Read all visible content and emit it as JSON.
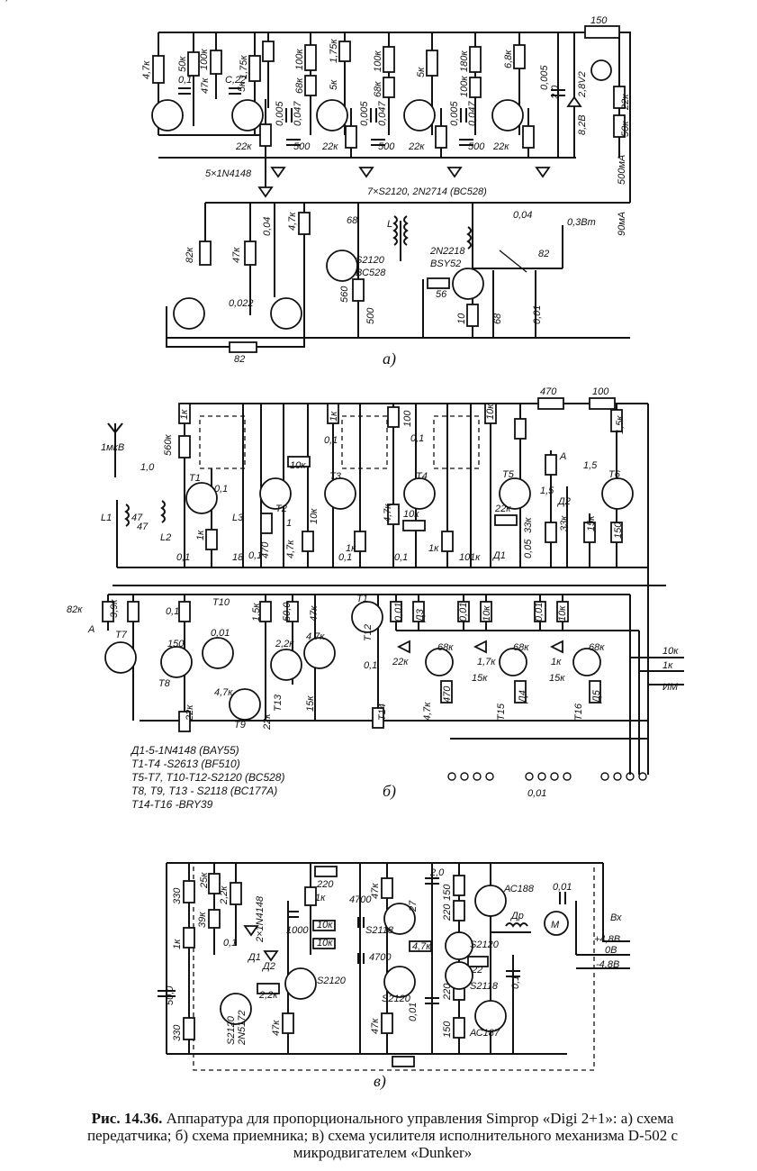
{
  "caption": {
    "figure_number": "Рис. 14.36.",
    "text": "Аппаратура для пропорционального управления Simprop «Digi 2+1»: а) схема передатчика; б) схема приемника; в) схема усилителя исполнительного механизма D-502 с микродвигателем «Dunker»"
  },
  "sublabels": {
    "a": "а)",
    "b": "б)",
    "c": "в)"
  },
  "transmitter": {
    "labels": [
      "4,7к",
      "50к",
      "47к",
      "100к",
      "1,75к",
      "5к",
      "68к",
      "100к",
      "1,75к",
      "5к",
      "68к",
      "100к",
      "5к",
      "180к",
      "100к",
      "6,8к",
      "150",
      "0,1",
      "С,22",
      "0,005",
      "0,047",
      "0,005",
      "0,047",
      "0,005",
      "0,047",
      "0,005",
      "2,0",
      "2,8V2",
      "8,2В",
      "22к",
      "50к",
      "22к",
      "500",
      "22к",
      "500",
      "22к",
      "500",
      "22к",
      "5×1N4148",
      "7×S2120, 2N2714 (ВС528)",
      "500мА",
      "90мА",
      "82к",
      "47к",
      "0,04",
      "4,7к",
      "68",
      "L",
      "0,04",
      "0,3Вт",
      "S2120",
      "ВС528",
      "560",
      "500",
      "0,022",
      "2N2218",
      "BSY52",
      "56",
      "10",
      "68",
      "82",
      "0,01",
      "82",
      "47к"
    ]
  },
  "receiver": {
    "labels": [
      "1мкВ",
      "560к",
      "1,0",
      "47",
      "47",
      "L1",
      "L2",
      "1к",
      "T1",
      "0,1",
      "L3",
      "1к",
      "18",
      "0,1",
      "T2",
      "10к",
      "470",
      "4,7к",
      "0,1",
      "1",
      "10к",
      "1к",
      "0,1",
      "T3",
      "1к",
      "0,1",
      "T4",
      "100",
      "4,7к",
      "0,1",
      "10к",
      "1к",
      "0,1",
      "10",
      "1к",
      "T5",
      "22к",
      "10к",
      "Д1",
      "33к",
      "0,05",
      "470",
      "100",
      "1,5к",
      "A",
      "1,5",
      "Д2",
      "1,5",
      "T6",
      "33к",
      "15к",
      "150",
      "82к",
      "3,9к",
      "A",
      "T7",
      "0,1",
      "150",
      "T8",
      "0,01",
      "4,7к",
      "T9",
      "22к",
      "T10",
      "1,5к",
      "50,0",
      "47к",
      "2,2к",
      "4,7к",
      "T1",
      "T12",
      "T13",
      "22к",
      "0,1",
      "22к",
      "0,01",
      "Д3",
      "68к",
      "15к",
      "T14",
      "470",
      "4,7к",
      "0,01",
      "10к",
      "1,7к",
      "68к",
      "15к",
      "Д4",
      "T15",
      "0,01",
      "10к",
      "1к",
      "68к",
      "15к",
      "Д5",
      "T16",
      "0,01",
      "10к",
      "1к",
      "ИМ",
      "4,8В",
      "0В",
      "4,8В"
    ],
    "parts_legend": [
      "Д1-5-1N4148 (BAY55)",
      "T1-T4 -S2613 (BF510)",
      "T5-T7, T10-T12-S2120 (ВС528)",
      "T8, T9, T13 - S2118 (ВС177A)",
      "T14-T16 -BRY39"
    ]
  },
  "servo_amp": {
    "labels": [
      "330",
      "25к",
      "39к",
      "2,2к",
      "1к",
      "2×1N4148",
      "0,1",
      "Д1",
      "Д2",
      "2,2к",
      "50,0",
      "330",
      "S2120",
      "2N5172",
      "S2120",
      "47к",
      "220",
      "1к",
      "1000",
      "10к",
      "10к",
      "4700",
      "S2118",
      "4700",
      "S2120",
      "47к",
      "47к",
      "27",
      "4,7к",
      "2,0",
      "150",
      "АС188",
      "0,01",
      "Др",
      "М",
      "220",
      "S2120",
      "22",
      "220",
      "S2118",
      "0,1",
      "0,01",
      "150",
      "АС187",
      "Вх",
      "+4,8В",
      "0В",
      "-4,8В"
    ]
  }
}
